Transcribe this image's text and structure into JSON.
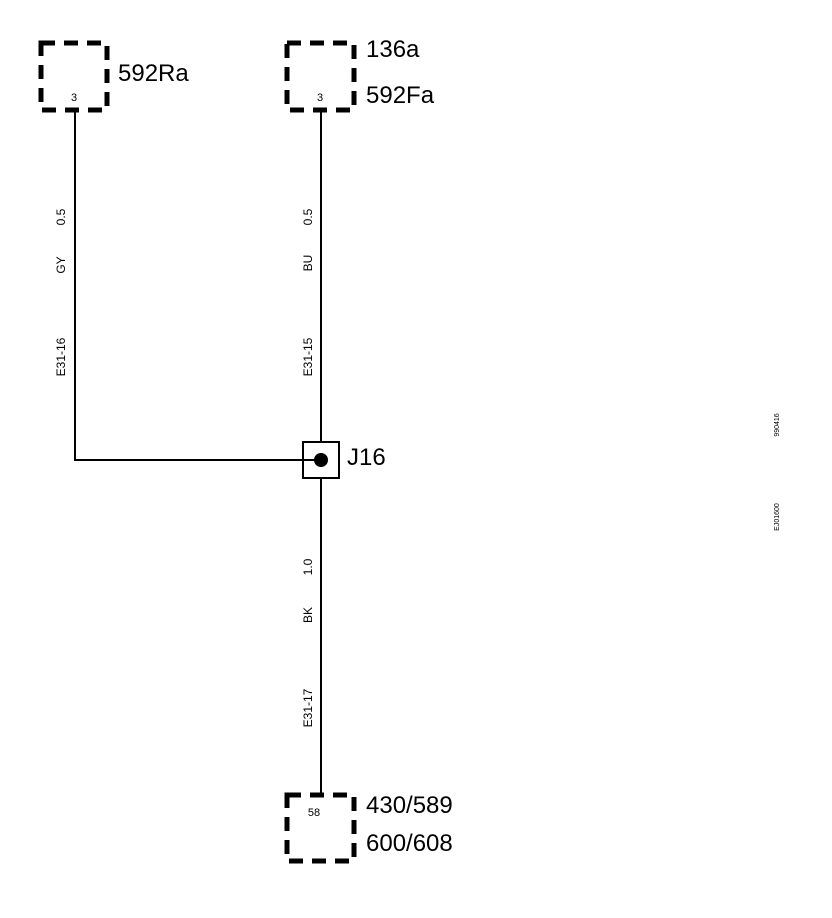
{
  "components": {
    "top_left": {
      "id": "592Ra",
      "pin": "3"
    },
    "top_right": {
      "id_line1": "136a",
      "id_line2": "592Fa",
      "pin": "3"
    },
    "bottom": {
      "id_line1": "430/589",
      "id_line2": "600/608",
      "pin": "58"
    }
  },
  "junction": {
    "id": "J16"
  },
  "wires": {
    "left": {
      "size": "0.5",
      "color": "GY",
      "code": "E31-16"
    },
    "upper": {
      "size": "0.5",
      "color": "BU",
      "code": "E31-15"
    },
    "lower": {
      "size": "1.0",
      "color": "BK",
      "code": "E31-17"
    }
  },
  "side_codes": {
    "code_a": "990416",
    "code_b": "EJ01600"
  }
}
